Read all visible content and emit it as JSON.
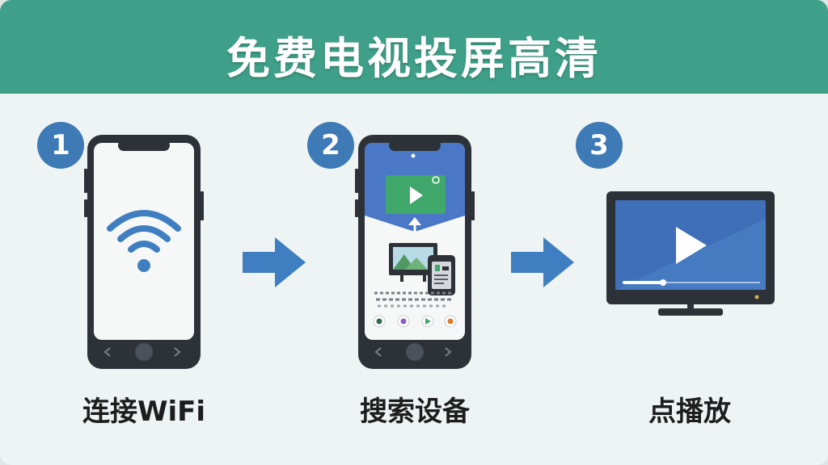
{
  "header": {
    "title": "免费电视投屏高清"
  },
  "steps": [
    {
      "number": "1",
      "label": "连接WiFi",
      "icon": "phone-wifi-icon"
    },
    {
      "number": "2",
      "label": "搜索设备",
      "icon": "phone-search-devices-icon"
    },
    {
      "number": "3",
      "label": "点播放",
      "icon": "tv-play-icon"
    }
  ],
  "colors": {
    "header": "#3fa089",
    "badge": "#3d7ab6",
    "accent": "#3f7ec0",
    "device": "#2d3238"
  }
}
